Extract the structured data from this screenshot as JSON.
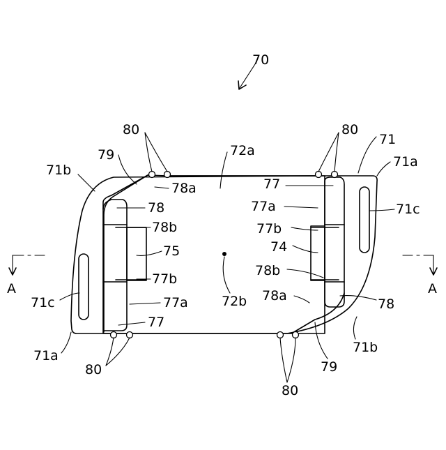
{
  "figure": {
    "labels": {
      "l70": "70",
      "l71": "71",
      "l71a_tr": "71a",
      "l71a_bl": "71a",
      "l71b_tl": "71b",
      "l71b_br": "71b",
      "l71c_r": "71c",
      "l71c_l": "71c",
      "l72a": "72a",
      "l72b": "72b",
      "l74": "74",
      "l75": "75",
      "l77_tr": "77",
      "l77_bl": "77",
      "l77a_r": "77a",
      "l77a_l": "77a",
      "l77b_r": "77b",
      "l77b_l": "77b",
      "l78_tl": "78",
      "l78_br": "78",
      "l78a_tl": "78a",
      "l78a_r": "78a",
      "l78b_tl": "78b",
      "l78b_r": "78b",
      "l79_tl": "79",
      "l79_br": "79",
      "l80_tl": "80",
      "l80_tr": "80",
      "l80_bl": "80",
      "l80_br": "80",
      "section_left": "A",
      "section_right": "A"
    }
  }
}
